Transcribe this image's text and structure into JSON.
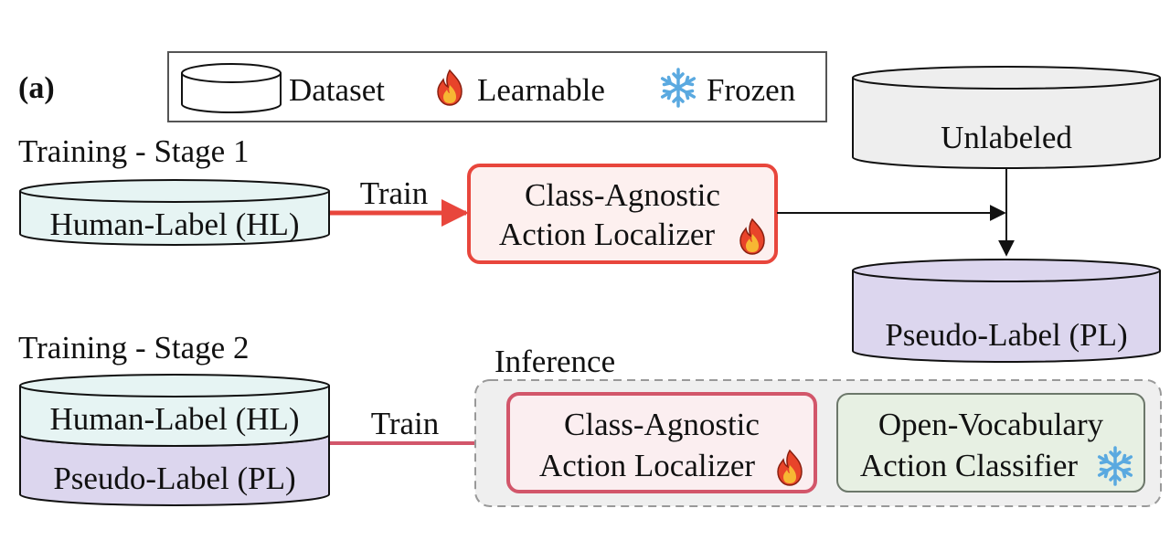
{
  "panel_label": "(a)",
  "legend": {
    "dataset": "Dataset",
    "learnable": "Learnable",
    "frozen": "Frozen"
  },
  "stage1": {
    "title": "Training - Stage 1",
    "dataset": "Human-Label (HL)",
    "edge_label": "Train",
    "localizer": [
      "Class-Agnostic",
      "Action Localizer"
    ],
    "unlabeled": "Unlabeled",
    "pseudo": "Pseudo-Label (PL)"
  },
  "stage2": {
    "title": "Training - Stage 2",
    "dataset_top": "Human-Label (HL)",
    "dataset_bottom": "Pseudo-Label (PL)",
    "edge_label": "Train",
    "inference_label": "Inference",
    "localizer": [
      "Class-Agnostic",
      "Action Localizer"
    ],
    "classifier": [
      "Open-Vocabulary",
      "Action Classifier"
    ]
  },
  "colors": {
    "hl_fill": "#e6f4f3",
    "pl_fill": "#dcd6ee",
    "unlabeled_fill": "#eeeeee",
    "stage1_red": "#e8463c",
    "stage2_red": "#d2566a",
    "localizer1_fill": "#fdf0ef",
    "localizer2_fill": "#fbeef0",
    "classifier_fill": "#e7f0e3",
    "classifier_stroke": "#6c776a",
    "inference_fill": "#efefef"
  },
  "icons": [
    "cylinder-icon",
    "fire-icon",
    "snowflake-icon"
  ]
}
